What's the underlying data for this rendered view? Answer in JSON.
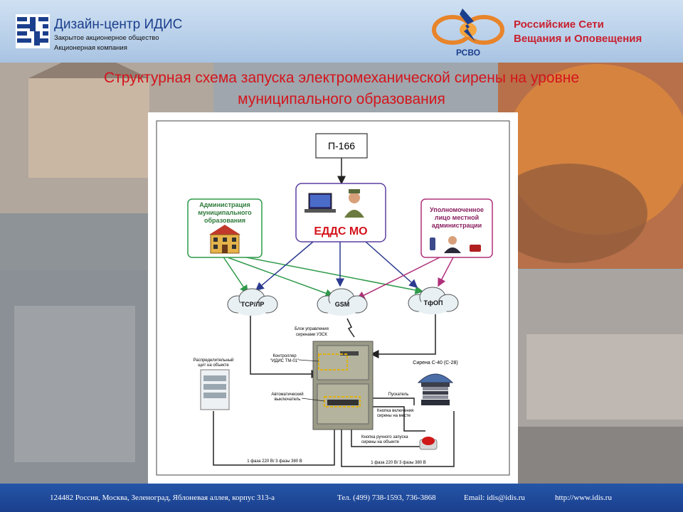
{
  "colors": {
    "title_red": "#d4141c",
    "brand_blue": "#1b3f8c",
    "rsvo_red": "#c8202f",
    "footer_blue": "#1a3f8d",
    "green_link": "#2e9a4a",
    "navy_link": "#2b3a8f",
    "magenta_link": "#b0307a"
  },
  "header": {
    "company": "Дизайн-центр ИДИС",
    "company_sub_1": "Закрытое акционерное общество",
    "company_sub_2": "Акционерная компания",
    "left_logo_icon": "idis-logo",
    "right_logo_icon": "rsvo-logo",
    "right_logo_caption": "РСВО",
    "rsvo_line_1": "Российские Сети",
    "rsvo_line_2": "Вещания и Оповещения"
  },
  "title": {
    "line_1": "Структурная схема запуска электромеханической сирены на уровне",
    "line_2": "муниципального образования"
  },
  "diagram": {
    "p166": "П-166",
    "edds": "ЕДДС МО",
    "admin": [
      "Администрация",
      "муниципального",
      "образования"
    ],
    "official": [
      "Уполномоченное",
      "лицо местной",
      "администрации"
    ],
    "clouds": [
      "ТСР/ЛР",
      "GSM",
      "ТфОП"
    ],
    "control_block": [
      "Блок управления",
      "сиренами УЗСК"
    ],
    "controller": [
      "Контроллер",
      "\"ИДИС ТМ-01\""
    ],
    "distribution_panel": [
      "Распределительный",
      "щит на объекте"
    ],
    "breaker": [
      "Автоматический",
      "выключатель"
    ],
    "starter": "Пускатель",
    "local_button": [
      "Кнопка включения",
      "сирены на месте"
    ],
    "manual_button": [
      "Кнопка ручного запуска",
      "сирены на объекте"
    ],
    "siren": "Сирена С-40 (С-28)",
    "power_1": "1 фаза 220 В/ 3 фазы 380 В",
    "power_2": "1 фаза 220 В/ 3 фазы 380 В"
  },
  "footer": {
    "address": "124482 Россия, Москва, Зеленоград, Яблоневая аллея, корпус 313-а",
    "phone": "Тел. (499) 738-1593, 736-3868",
    "email": "Email: idis@idis.ru",
    "url": "http://www.idis.ru"
  }
}
